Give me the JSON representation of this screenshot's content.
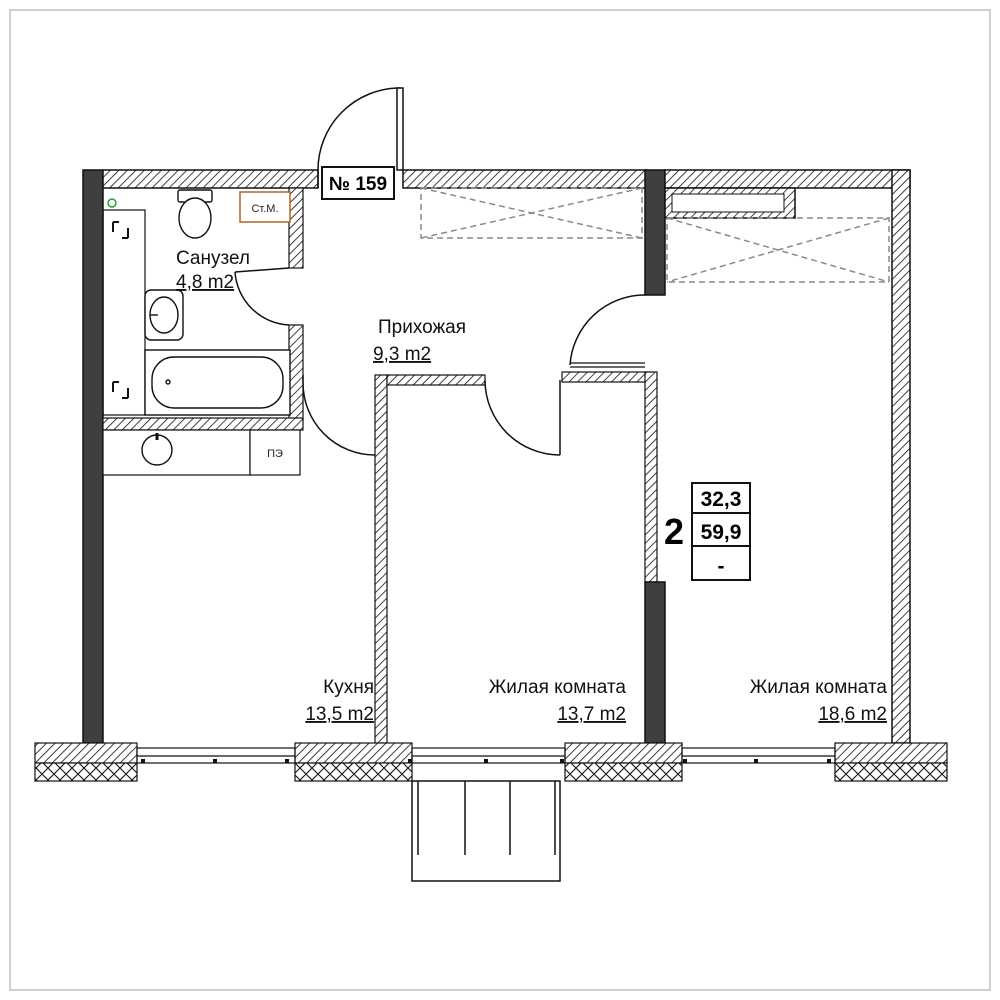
{
  "apartment": {
    "number_label": "№ 159",
    "rooms_count": "2",
    "living_area": "32,3",
    "total_area": "59,9",
    "extra": "-"
  },
  "rooms": {
    "bathroom": {
      "name": "Санузел",
      "area": "4,8 m2"
    },
    "hallway": {
      "name": "Прихожая",
      "area": "9,3 m2"
    },
    "kitchen": {
      "name": "Кухня",
      "area": "13,5 m2"
    },
    "living_room_1": {
      "name": "Жилая комната",
      "area": "13,7 m2"
    },
    "living_room_2": {
      "name": "Жилая комната",
      "area": "18,6 m2"
    }
  },
  "fixtures": {
    "shaft_label": "Ст.М.",
    "panel_label": "ПЭ"
  },
  "colors": {
    "wall_dark": "#3f3f3f",
    "line": "#111111",
    "shaft": "#b5651d",
    "dashed": "#8a8a8a",
    "accent_green": "#2e9d3a"
  }
}
